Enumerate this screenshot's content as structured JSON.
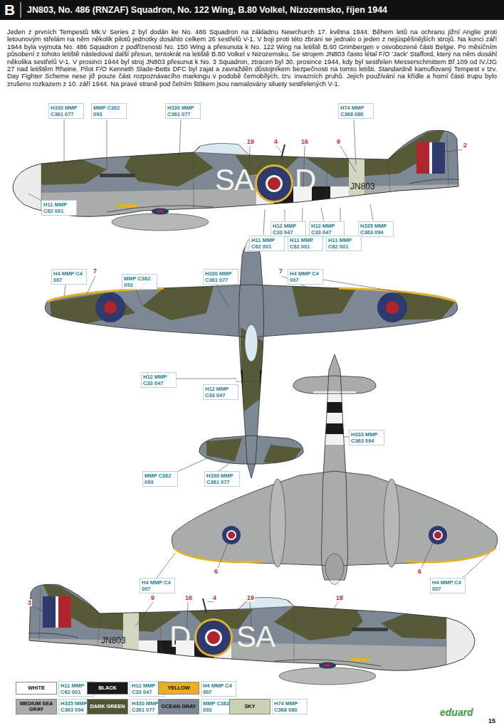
{
  "diagram": {
    "title": "JN803, No. 486 (RNZAF) Squadron, No. 122 Wing, B.80 Volkel, Nizozemsko, říjen 1944",
    "labels": [
      "B",
      "Jeden z prvních Tempestů Mk.V Series 2 byl dodán ke No. 486 Squadron na základnu Newchurch 17. května 1944. Během letů na ochranu jižní Anglie proti letounovým střelám na něm několik pilotů jednotky dosáhlo celkem 26 sestřelů V-1. V boji proti této zbrani se jednalo o jeden z nejúspěšnějších strojů. Na konci září 1944 byla vyjmuta No. 486 Squadron z podřízenosti No. 150 Wing a přesunuta k No. 122 Wing na letiště B.60 Grimbergen v osvobozené části Belgie. Po měsíčním působení z tohoto letiště následoval další přesun, tentokrát na letiště B.80 Volkel v Nizozemsku. Se strojem JN803 často létal F/O 'Jack' Stafford, který na něm dosáhl několika sestřelů V-1. V prosinci 1944 byl stroj JN803 přesunut k No. 3 Squadron, ztracen byl 30. prosince 1944, kdy byl sestřelen Messerschmittem Bf 109 od IV./JG 27 nad letištěm Rheine. Pilot F/O Kenneth Slade-Betts DFC byl zajat a zavražděn důstojníkem bezpečnosti na tomto letišti. Standardně kamuflovaný Tempest v tzv. Day Fighter Scheme nese již pouze část rozpoznávacího markingu v podobě černobílých, tzv. invazních pruhů. Jejich používání na křídle a horní části trupu bylo zrušeno rozkazem z 10. září 1944. Na pravé straně pod čelním štítkem jsou namalovány siluety sestřelených V-1.",
      "H330 MMP C361 077",
      "MMP C362 093",
      "H330 MMP C361 077",
      "H74 MMP C368 080",
      "19",
      "4",
      "16",
      "9",
      "2",
      "SA",
      "D",
      "JN803",
      "H11 MMP C62 001",
      "H12 MMP C33 047",
      "H12 MMP C33 047",
      "H335 MMP C363 094",
      "H11 MMP C62 001",
      "H11 MMP C62 001",
      "H11 MMP C62 001",
      "7",
      "H4 MMP C4 007",
      "MMP C362 093",
      "H330 MMP C361 077",
      "7",
      "H4 MMP C4 007",
      "H12 MMP C33 047",
      "H12 MMP C33 047",
      "H333 MMP C363 094",
      "MMP C362 093",
      "H330 MMP C361 077",
      "6",
      "6",
      "H4 MMP C4 007",
      "H4 MMP C4 007",
      "3",
      "9",
      "16",
      "4",
      "19",
      "18",
      "D",
      "SA",
      "JN803",
      "H11 MMP C62 001",
      "H12 MMP C33 047",
      "H4 MMP C4 007",
      "H335 MMP C363 094",
      "H330 MMP C361 077",
      "MMP C362 093",
      "H74 MMP C368 080",
      "eduard",
      "15"
    ],
    "legend": [
      {
        "text": "WHITE",
        "color": "#ffffff"
      },
      {
        "text": "BLACK",
        "color": "#1a1a1a"
      },
      {
        "text": "YELLOW",
        "color": "#e8b020"
      },
      {
        "text": "MEDIUM SEA GRAY",
        "color": "#a8acaa"
      },
      {
        "text": "DARK GREEN",
        "color": "#505634"
      },
      {
        "text": "OCEAN GRAY",
        "color": "#7d8894"
      },
      {
        "text": "SKY",
        "color": "#c9d1b4"
      }
    ]
  }
}
